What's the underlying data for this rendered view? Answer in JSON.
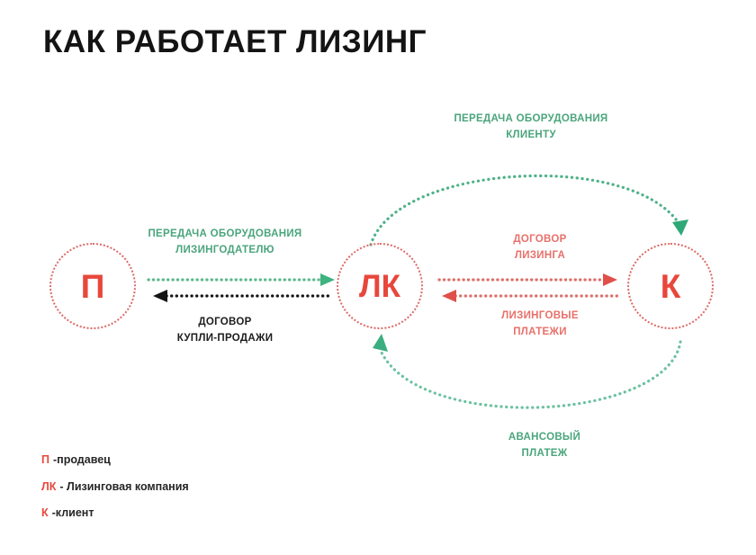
{
  "page": {
    "title": "КАК РАБОТАЕТ ЛИЗИНГ",
    "background": "#ffffff"
  },
  "colors": {
    "red_letter": "#e8473c",
    "red_dotted": "#db6a67",
    "red_caption": "#e8706a",
    "green": "#4aa57c",
    "green_light": "#6fbf97",
    "black": "#141414"
  },
  "nodes": [
    {
      "id": "seller",
      "label": "П",
      "name": "node-seller"
    },
    {
      "id": "lessor",
      "label": "ЛК",
      "name": "node-lessor"
    },
    {
      "id": "client",
      "label": "К",
      "name": "node-client"
    }
  ],
  "edges": {
    "equip_to_lessor": {
      "line1": "ПЕРЕДАЧА ОБОРУДОВАНИЯ",
      "line2": "ЛИЗИНГОДАТЕЛЮ",
      "color": "#4aa57c",
      "direction": "seller-to-lessor"
    },
    "purchase_contract": {
      "line1": "ДОГОВОР",
      "line2": "КУПЛИ-ПРОДАЖИ",
      "color": "#141414",
      "direction": "lessor-to-seller"
    },
    "lease_contract": {
      "line1": "ДОГОВОР",
      "line2": "ЛИЗИНГА",
      "color": "#e8706a",
      "direction": "lessor-to-client"
    },
    "lease_payments": {
      "line1": "ЛИЗИНГОВЫЕ",
      "line2": "ПЛАТЕЖИ",
      "color": "#e8706a",
      "direction": "client-to-lessor"
    },
    "equip_to_client": {
      "line1": "ПЕРЕДАЧА ОБОРУДОВАНИЯ",
      "line2": "КЛИЕНТУ",
      "color": "#4aa57c",
      "direction": "lessor-to-client-arc-top"
    },
    "advance_payment": {
      "line1": "АВАНСОВЫЙ",
      "line2": "ПЛАТЕЖ",
      "color": "#4aa57c",
      "direction": "client-to-lessor-arc-bottom"
    }
  },
  "legend": [
    {
      "key": "П",
      "text": "-продавец"
    },
    {
      "key": "ЛК",
      "text": "- Лизинговая компания"
    },
    {
      "key": "К",
      "text": "-клиент"
    }
  ]
}
